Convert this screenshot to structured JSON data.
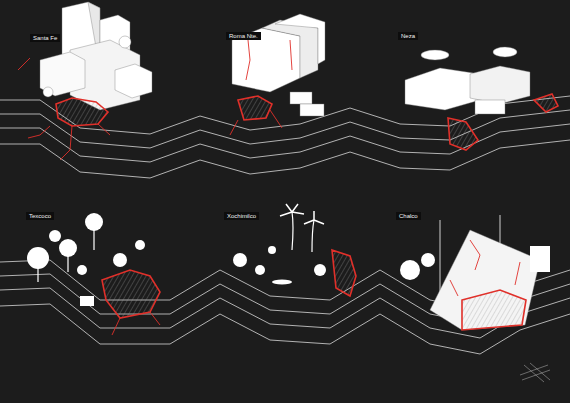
{
  "diagram": {
    "labels": [
      "Santa Fe",
      "Roma Nte.",
      "Neza",
      "Texcoco",
      "Xochimilco",
      "Chalco"
    ]
  }
}
